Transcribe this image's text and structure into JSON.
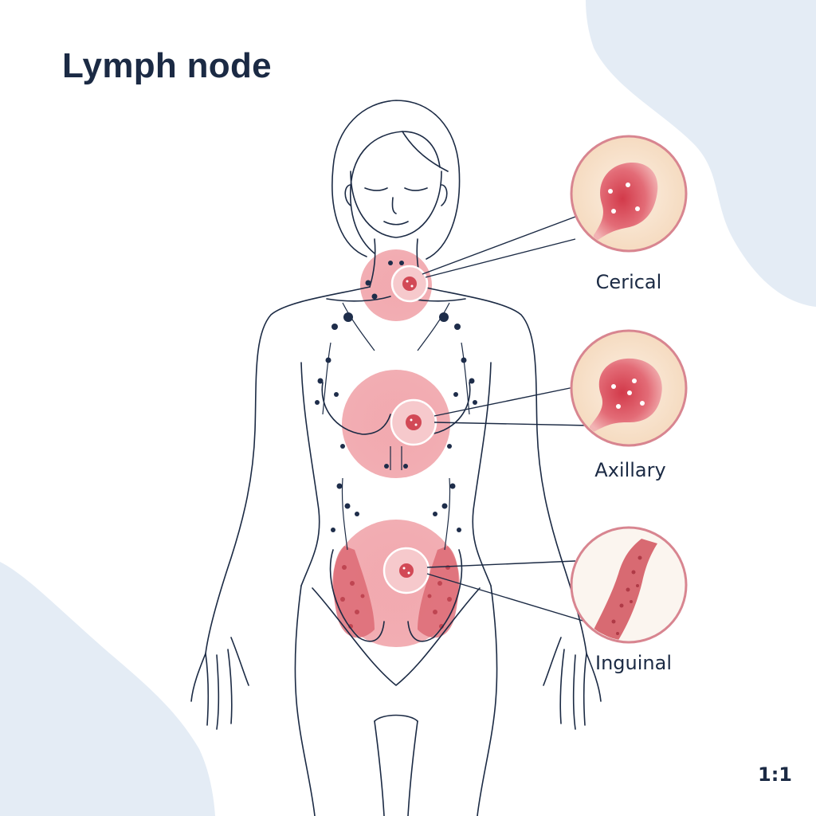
{
  "title": "Lymph node",
  "aspect_label": "1:1",
  "nodes": [
    {
      "label": "Cerical"
    },
    {
      "label": "Axillary"
    },
    {
      "label": "Inguinal"
    }
  ],
  "colors": {
    "title": "#1b2a44",
    "outline": "#1b2a44",
    "lymph_dot": "#1e2d4a",
    "highlight": "#e58a92",
    "inset_border": "#d88590",
    "inset_bg": "#f8e4cf",
    "node_tissue": "#c94450",
    "background_blob": "#e4ecf5"
  }
}
